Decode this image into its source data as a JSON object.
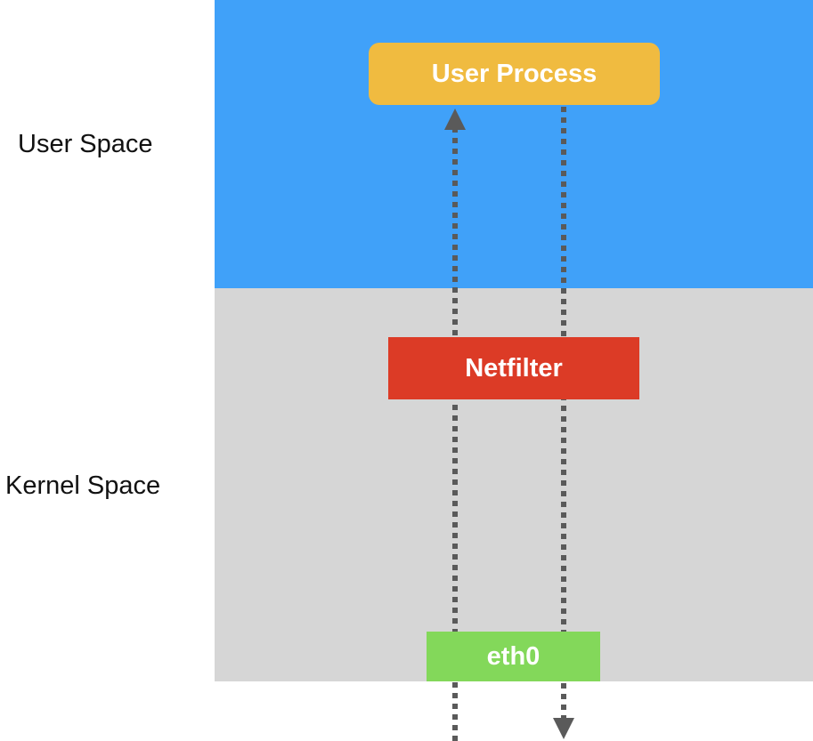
{
  "labels": {
    "user_space": "User Space",
    "kernel_space": "Kernel Space"
  },
  "boxes": {
    "user_process": "User Process",
    "netfilter": "Netfilter",
    "eth0": "eth0"
  },
  "colors": {
    "user_space_band": "#40a1f9",
    "kernel_space_band": "#d6d6d6",
    "user_process_box": "#f0bb40",
    "netfilter_box": "#dc3b26",
    "eth0_box": "#83d85a",
    "flow_arrow": "#5a5a5a"
  }
}
